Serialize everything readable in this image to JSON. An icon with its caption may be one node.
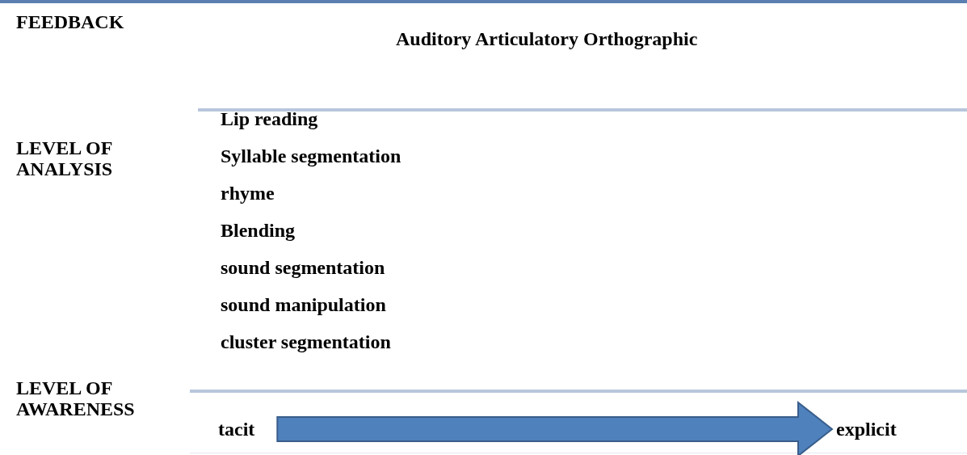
{
  "diagram": {
    "nodes": [
      {
        "text": [
          "tacit"
        ]
      },
      {
        "text": [
          "explicit"
        ]
      }
    ],
    "edges": [
      {
        "from": 0,
        "to": 1,
        "arrow": "to"
      }
    ],
    "labels": [
      "FEEDBACK",
      "Auditory Articulatory Orthographic",
      "LEVEL OF ANALYSIS",
      "Lip reading",
      "Syllable segmentation",
      "rhyme",
      "Blending",
      "sound segmentation",
      "sound manipulation",
      "cluster segmentation",
      "LEVEL OF AWARENESS"
    ]
  }
}
